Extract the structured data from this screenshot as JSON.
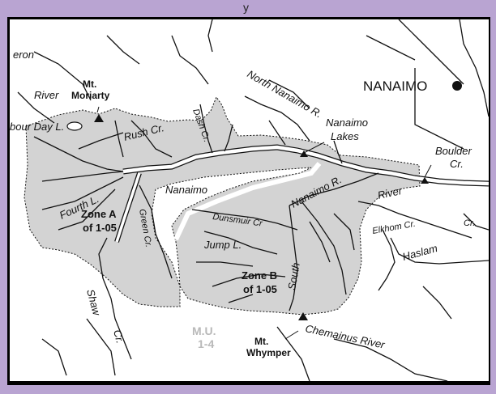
{
  "map": {
    "title_partial": "y",
    "labels": {
      "cameron_river": [
        "eron",
        "River"
      ],
      "labour_day_lake": "bour Day L.",
      "mt_moriarty": [
        "Mt.",
        "Moriarty"
      ],
      "north_nanaimo_r": "North Nanaimo R.",
      "nanaimo_city": "NANAIMO",
      "nanaimo_lakes": [
        "Nanaimo",
        "Lakes"
      ],
      "rush_cr": "Rush Cr.",
      "dash_cr": "Dash Cr.",
      "boulder_cr": [
        "Boulder",
        "Cr."
      ],
      "fourth_l": "Fourth L.",
      "nanaimo_river_1": "Nanaimo",
      "nanaimo_river_r": "Nanaimo R.",
      "river": "River",
      "zone_a": [
        "Zone A",
        "of 1-05"
      ],
      "green_cr": "Green Cr.",
      "dunsmuir_cr": "Dunsmuir Cr",
      "jump_l": "Jump L.",
      "south": "South",
      "elkhorn_cr": "Elkhom Cr.",
      "cr_right": "Cr.",
      "haslam": "Haslam",
      "zone_b": [
        "Zone B",
        "of 1-05"
      ],
      "shaw_cr": [
        "Shaw",
        "Cr."
      ],
      "mu": [
        "M.U.",
        "1-4"
      ],
      "mt_whymper": [
        "Mt.",
        "Whymper"
      ],
      "chemainus_river": "Chemainus River"
    },
    "colors": {
      "frame": "#b9a4d2",
      "zone_fill": "#d3d3d3",
      "line": "#111111",
      "mu_label": "#b9b9b9"
    }
  }
}
